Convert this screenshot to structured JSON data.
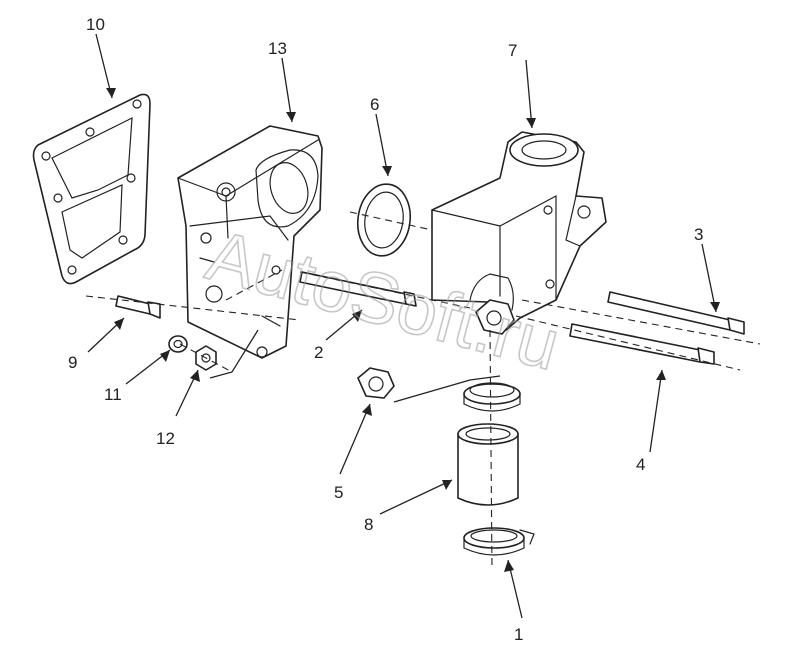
{
  "watermark": "AutoSoft.ru",
  "callouts": [
    {
      "id": "1",
      "text": "1"
    },
    {
      "id": "2",
      "text": "2"
    },
    {
      "id": "3",
      "text": "3"
    },
    {
      "id": "4",
      "text": "4"
    },
    {
      "id": "5",
      "text": "5"
    },
    {
      "id": "6",
      "text": "6"
    },
    {
      "id": "7",
      "text": "7"
    },
    {
      "id": "8",
      "text": "8"
    },
    {
      "id": "9",
      "text": "9"
    },
    {
      "id": "10",
      "text": "10"
    },
    {
      "id": "11",
      "text": "11"
    },
    {
      "id": "12",
      "text": "12"
    },
    {
      "id": "13",
      "text": "13"
    }
  ]
}
